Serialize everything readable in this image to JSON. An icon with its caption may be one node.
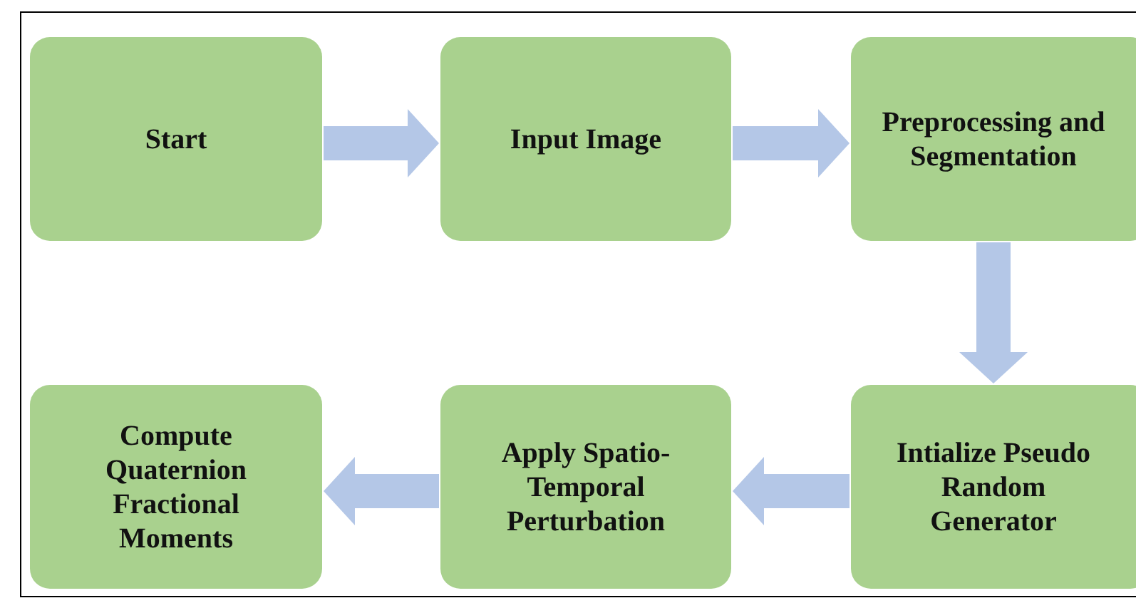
{
  "diagram": {
    "nodes": [
      {
        "text": [
          "Start"
        ]
      },
      {
        "text": [
          "Input Image"
        ]
      },
      {
        "text": [
          "Preprocessing and Segmentation"
        ]
      },
      {
        "text": [
          "Intialize Pseudo Random Generator"
        ]
      },
      {
        "text": [
          "Apply Spatio-Temporal Perturbation"
        ]
      },
      {
        "text": [
          "Compute Quaternion Fractional Moments"
        ]
      }
    ],
    "edges": [
      {
        "from": 0,
        "to": 1,
        "arrow": "to"
      },
      {
        "from": 1,
        "to": 2,
        "arrow": "to"
      },
      {
        "from": 2,
        "to": 3,
        "arrow": "to"
      },
      {
        "from": 3,
        "to": 4,
        "arrow": "to"
      },
      {
        "from": 4,
        "to": 5,
        "arrow": "to"
      }
    ]
  }
}
